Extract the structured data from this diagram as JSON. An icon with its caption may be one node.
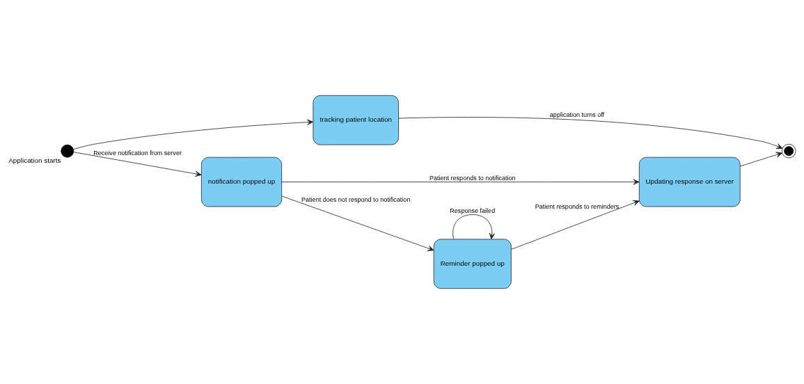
{
  "diagram": {
    "nodes": [
      {
        "text": [],
        "shape": "circle",
        "beside": [
          "Application starts"
        ]
      },
      {
        "text": [
          "tracking patient location"
        ]
      },
      {
        "text": [],
        "shape": "circle"
      },
      {
        "text": [
          "notification popped up"
        ]
      },
      {
        "text": [
          "Updating response on server"
        ]
      },
      {
        "text": [
          "Reminder popped up"
        ]
      }
    ],
    "edges": [
      {
        "from": 0,
        "to": 1,
        "arrow": "to"
      },
      {
        "from": 1,
        "to": 2,
        "arrow": "to",
        "label": "application turns off"
      },
      {
        "from": 0,
        "to": 3,
        "arrow": "to",
        "label": "Receive notification from server"
      },
      {
        "from": 3,
        "to": 4,
        "arrow": "to",
        "label": "Patient responds to notification"
      },
      {
        "from": 4,
        "to": 2,
        "arrow": "to"
      },
      {
        "from": 3,
        "to": 5,
        "arrow": "to",
        "label": "Patient does not respond to notification"
      },
      {
        "from": 5,
        "to": 4,
        "arrow": "to",
        "label": "Patient responds to reminders"
      },
      {
        "from": 5,
        "to": 5,
        "arrow": "to",
        "label": "Response failed"
      }
    ]
  }
}
